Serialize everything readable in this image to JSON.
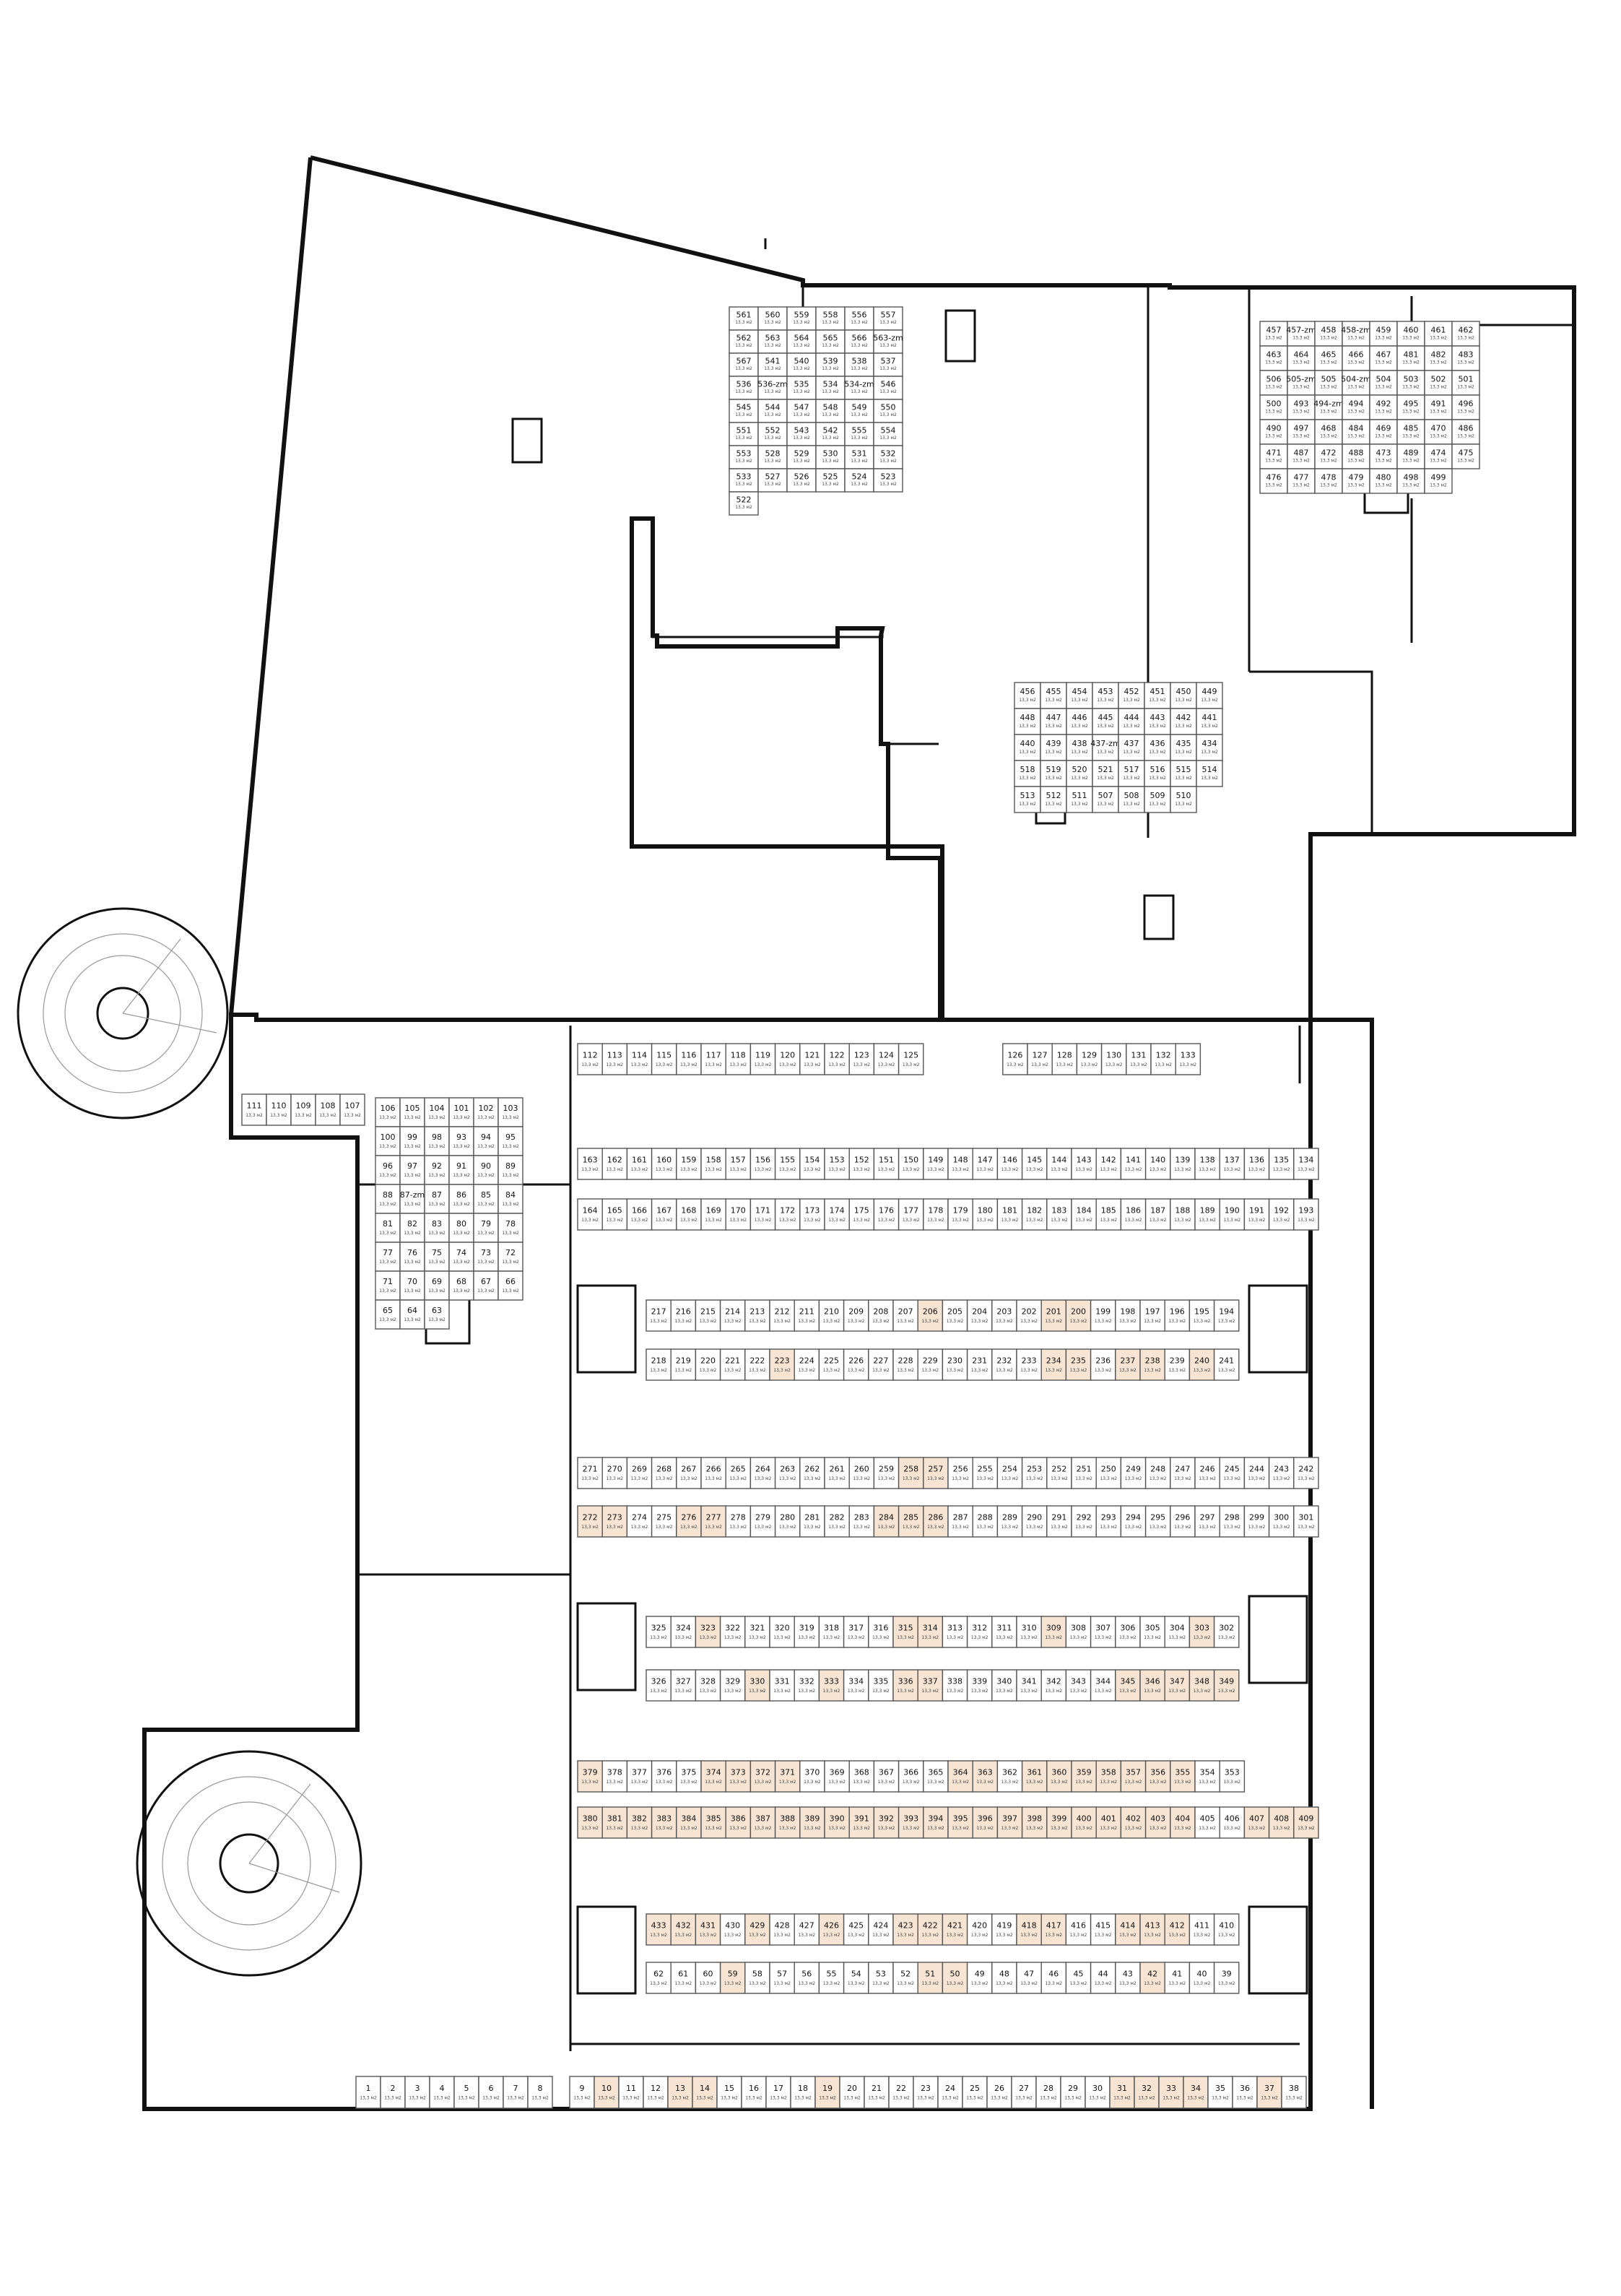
{
  "plan": {
    "area_label": "13,3 м2",
    "colors": {
      "wall": "#111111",
      "slot_outline": "#555555",
      "slot_free": "#ffffff",
      "slot_sold": "#f7e4d2"
    },
    "rows": [
      {
        "id": "row-1-38",
        "labels": [
          "1",
          "2",
          "3",
          "4",
          "5",
          "6",
          "7",
          "8",
          "9",
          "10",
          "11",
          "12",
          "13",
          "14",
          "15",
          "16",
          "17",
          "18",
          "19",
          "20",
          "21",
          "22",
          "23",
          "24",
          "25",
          "26",
          "27",
          "28",
          "29",
          "30",
          "31",
          "32",
          "33",
          "34",
          "35",
          "36",
          "37",
          "38"
        ],
        "sold": [
          "10",
          "13",
          "14",
          "19",
          "31",
          "32",
          "33",
          "34",
          "37"
        ]
      },
      {
        "id": "row-39-62",
        "labels": [
          "62",
          "61",
          "60",
          "59",
          "58",
          "57",
          "56",
          "55",
          "54",
          "53",
          "52",
          "51",
          "50",
          "49",
          "48",
          "47",
          "46",
          "45",
          "44",
          "43",
          "42",
          "41",
          "40",
          "39"
        ],
        "sold": [
          "59",
          "51",
          "50",
          "42"
        ]
      },
      {
        "id": "row-410-433",
        "labels": [
          "433",
          "432",
          "431",
          "430",
          "429",
          "428",
          "427",
          "426",
          "425",
          "424",
          "423",
          "422",
          "421",
          "420",
          "419",
          "418",
          "417",
          "416",
          "415",
          "414",
          "413",
          "412",
          "411",
          "410"
        ],
        "sold": [
          "433",
          "432",
          "431",
          "429",
          "426",
          "423",
          "422",
          "421",
          "418",
          "417",
          "414",
          "413",
          "412"
        ]
      },
      {
        "id": "row-386-409",
        "labels": [
          "380",
          "381",
          "382",
          "383",
          "384",
          "385",
          "386",
          "387",
          "388",
          "389",
          "390",
          "391",
          "392",
          "393",
          "394",
          "395",
          "396",
          "397",
          "398",
          "399",
          "400",
          "401",
          "402",
          "403",
          "404",
          "405",
          "406",
          "407",
          "408",
          "409"
        ],
        "sold": [
          "380",
          "381",
          "382",
          "383",
          "384",
          "385",
          "386",
          "387",
          "388",
          "389",
          "390",
          "391",
          "392",
          "393",
          "394",
          "395",
          "396",
          "397",
          "398",
          "399",
          "400",
          "401",
          "402",
          "403",
          "404",
          "407",
          "408",
          "409"
        ]
      },
      {
        "id": "row-353-379",
        "labels": [
          "379",
          "378",
          "377",
          "376",
          "375",
          "374",
          "373",
          "372",
          "371",
          "370",
          "369",
          "368",
          "367",
          "366",
          "365",
          "364",
          "363",
          "362",
          "361",
          "360",
          "359",
          "358",
          "357",
          "356",
          "355",
          "354",
          "353"
        ],
        "sold": [
          "379",
          "374",
          "373",
          "372",
          "371",
          "364",
          "363",
          "361",
          "360",
          "359",
          "358",
          "357",
          "356",
          "355"
        ]
      },
      {
        "id": "row-326-349",
        "labels": [
          "326",
          "327",
          "328",
          "329",
          "330",
          "331",
          "332",
          "333",
          "334",
          "335",
          "336",
          "337",
          "338",
          "339",
          "340",
          "341",
          "342",
          "343",
          "344",
          "345",
          "346",
          "347",
          "348",
          "349"
        ],
        "sold": [
          "330",
          "333",
          "336",
          "337",
          "345",
          "346",
          "347",
          "348",
          "349"
        ]
      },
      {
        "id": "row-302-325",
        "labels": [
          "325",
          "324",
          "323",
          "322",
          "321",
          "320",
          "319",
          "318",
          "317",
          "316",
          "315",
          "314",
          "313",
          "312",
          "311",
          "310",
          "309",
          "308",
          "307",
          "306",
          "305",
          "304",
          "303",
          "302"
        ],
        "sold": [
          "323",
          "315",
          "314",
          "309",
          "303"
        ]
      },
      {
        "id": "row-272-301",
        "labels": [
          "272",
          "273",
          "274",
          "275",
          "276",
          "277",
          "278",
          "279",
          "280",
          "281",
          "282",
          "283",
          "284",
          "285",
          "286",
          "287",
          "288",
          "289",
          "290",
          "291",
          "292",
          "293",
          "294",
          "295",
          "296",
          "297",
          "298",
          "299",
          "300",
          "301"
        ],
        "sold": [
          "272",
          "273",
          "276",
          "277",
          "284",
          "285",
          "286"
        ]
      },
      {
        "id": "row-242-271",
        "labels": [
          "271",
          "270",
          "269",
          "268",
          "267",
          "266",
          "265",
          "264",
          "263",
          "262",
          "261",
          "260",
          "259",
          "258",
          "257",
          "256",
          "255",
          "254",
          "253",
          "252",
          "251",
          "250",
          "249",
          "248",
          "247",
          "246",
          "245",
          "244",
          "243",
          "242"
        ],
        "sold": [
          "258",
          "257"
        ]
      },
      {
        "id": "row-218-241",
        "labels": [
          "218",
          "219",
          "220",
          "221",
          "222",
          "223",
          "224",
          "225",
          "226",
          "227",
          "228",
          "229",
          "230",
          "231",
          "232",
          "233",
          "234",
          "235",
          "236",
          "237",
          "238",
          "239",
          "240",
          "241"
        ],
        "sold": [
          "223",
          "234",
          "235",
          "237",
          "238",
          "240"
        ]
      },
      {
        "id": "row-194-217",
        "labels": [
          "217",
          "216",
          "215",
          "214",
          "213",
          "212",
          "211",
          "210",
          "209",
          "208",
          "207",
          "206",
          "205",
          "204",
          "203",
          "202",
          "201",
          "200",
          "199",
          "198",
          "197",
          "196",
          "195",
          "194"
        ],
        "sold": [
          "206",
          "201",
          "200"
        ]
      },
      {
        "id": "row-164-193",
        "labels": [
          "164",
          "165",
          "166",
          "167",
          "168",
          "169",
          "170",
          "171",
          "172",
          "173",
          "174",
          "175",
          "176",
          "177",
          "178",
          "179",
          "180",
          "181",
          "182",
          "183",
          "184",
          "185",
          "186",
          "187",
          "188",
          "189",
          "190",
          "191",
          "192",
          "193"
        ],
        "sold": []
      },
      {
        "id": "row-134-163",
        "labels": [
          "163",
          "162",
          "161",
          "160",
          "159",
          "158",
          "157",
          "156",
          "155",
          "154",
          "153",
          "152",
          "151",
          "150",
          "149",
          "148",
          "147",
          "146",
          "145",
          "144",
          "143",
          "142",
          "141",
          "140",
          "139",
          "138",
          "137",
          "136",
          "135",
          "134"
        ],
        "sold": []
      },
      {
        "id": "row-112-133",
        "labels": [
          "112",
          "113",
          "114",
          "115",
          "116",
          "117",
          "118",
          "119",
          "120",
          "121",
          "122",
          "123",
          "124",
          "125",
          "126",
          "127",
          "128",
          "129",
          "130",
          "131",
          "132",
          "133"
        ],
        "sold": []
      },
      {
        "id": "row-107-111",
        "labels": [
          "111",
          "110",
          "109",
          "108",
          "107"
        ],
        "sold": []
      },
      {
        "id": "row-west-a",
        "labels": [
          "106",
          "105",
          "104",
          "101",
          "102",
          "103",
          "100",
          "99",
          "98",
          "93",
          "94",
          "95",
          "96",
          "97",
          "92",
          "91",
          "90",
          "89",
          "88",
          "87-zm",
          "87",
          "86",
          "85",
          "84",
          "81",
          "82",
          "83",
          "80",
          "79",
          "78",
          "77",
          "76",
          "75",
          "74",
          "73",
          "72",
          "71",
          "70",
          "69",
          "68",
          "67",
          "66",
          "65",
          "64",
          "63"
        ],
        "sold": []
      },
      {
        "id": "row-north-a",
        "labels": [
          "561",
          "560",
          "559",
          "558",
          "556",
          "557",
          "562",
          "563",
          "564",
          "565",
          "566",
          "563-zm",
          "567",
          "541",
          "540",
          "539",
          "538",
          "537",
          "536",
          "536-zm",
          "535",
          "534",
          "534-zm",
          "546",
          "545",
          "544",
          "547",
          "548",
          "549",
          "550",
          "551",
          "552",
          "543",
          "542",
          "555",
          "554",
          "553",
          "528",
          "529",
          "530",
          "531",
          "532",
          "533",
          "527",
          "526",
          "525",
          "524",
          "523",
          "522"
        ],
        "sold": []
      },
      {
        "id": "row-north-b",
        "labels": [
          "456",
          "455",
          "454",
          "453",
          "452",
          "451",
          "450",
          "449",
          "448",
          "447",
          "446",
          "445",
          "444",
          "443",
          "442",
          "441",
          "440",
          "439",
          "438",
          "437-zm",
          "437",
          "436",
          "435",
          "434",
          "518",
          "519",
          "520",
          "521",
          "517",
          "516",
          "515",
          "514",
          "513",
          "512",
          "511",
          "507",
          "508",
          "509",
          "510"
        ],
        "sold": []
      },
      {
        "id": "row-north-c",
        "labels": [
          "457",
          "457-zm",
          "458",
          "458-zm",
          "459",
          "460",
          "461",
          "462",
          "463",
          "464",
          "465",
          "466",
          "467",
          "481",
          "482",
          "483",
          "506",
          "505-zm",
          "505",
          "504-zm",
          "504",
          "503",
          "502",
          "501",
          "500",
          "493",
          "494-zm",
          "494",
          "492",
          "495",
          "491",
          "496",
          "490",
          "497",
          "468",
          "484",
          "469",
          "485",
          "470",
          "486",
          "471",
          "487",
          "472",
          "488",
          "473",
          "489",
          "474",
          "475",
          "476",
          "477",
          "478",
          "479",
          "480",
          "498",
          "499"
        ],
        "sold": []
      }
    ]
  }
}
